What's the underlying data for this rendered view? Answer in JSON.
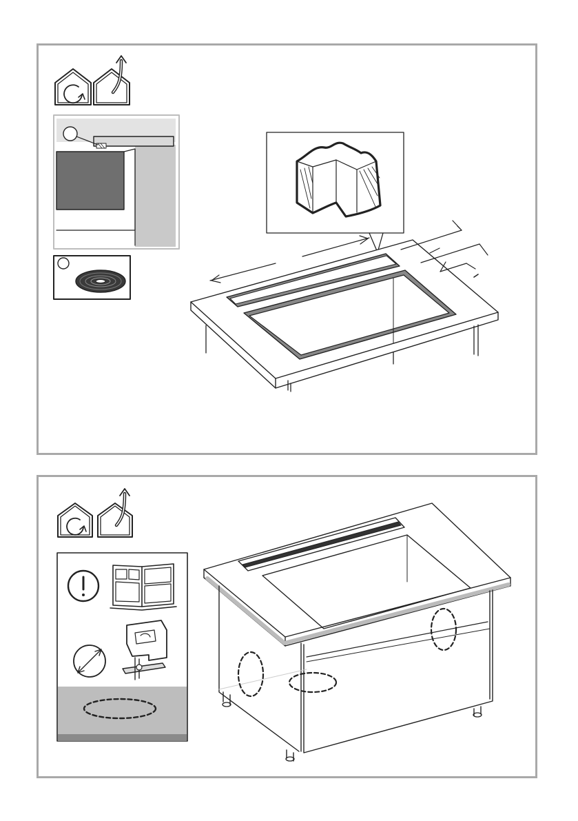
{
  "page": {
    "background": "#ffffff",
    "panel_border_color": "#a9a9a9"
  },
  "colors": {
    "line": "#222222",
    "strip_gray": "#888888",
    "light_gray": "#d9d9d9",
    "mid_gray": "#bdbdbd",
    "dark_gray": "#6f6f6f",
    "panel_border": "#a9a9a9"
  },
  "panels": [
    {
      "id": "step-cutout",
      "icons": [
        "rotate-in-house-icon",
        "ventilation-out-house-icon"
      ],
      "details": [
        "countertop-edge-detail",
        "sealing-tape-roll-icon",
        "cut-edge-magnifier"
      ],
      "main": "countertop-cutout-drawing"
    },
    {
      "id": "step-cabinet",
      "icons": [
        "rotate-in-house-icon",
        "ventilation-out-house-icon"
      ],
      "details": [
        "warning-icon",
        "manual-book-icon",
        "hole-diameter-icon",
        "jigsaw-icon",
        "cut-hole-marking"
      ],
      "main": "cabinet-with-vent-openings-drawing"
    }
  ]
}
